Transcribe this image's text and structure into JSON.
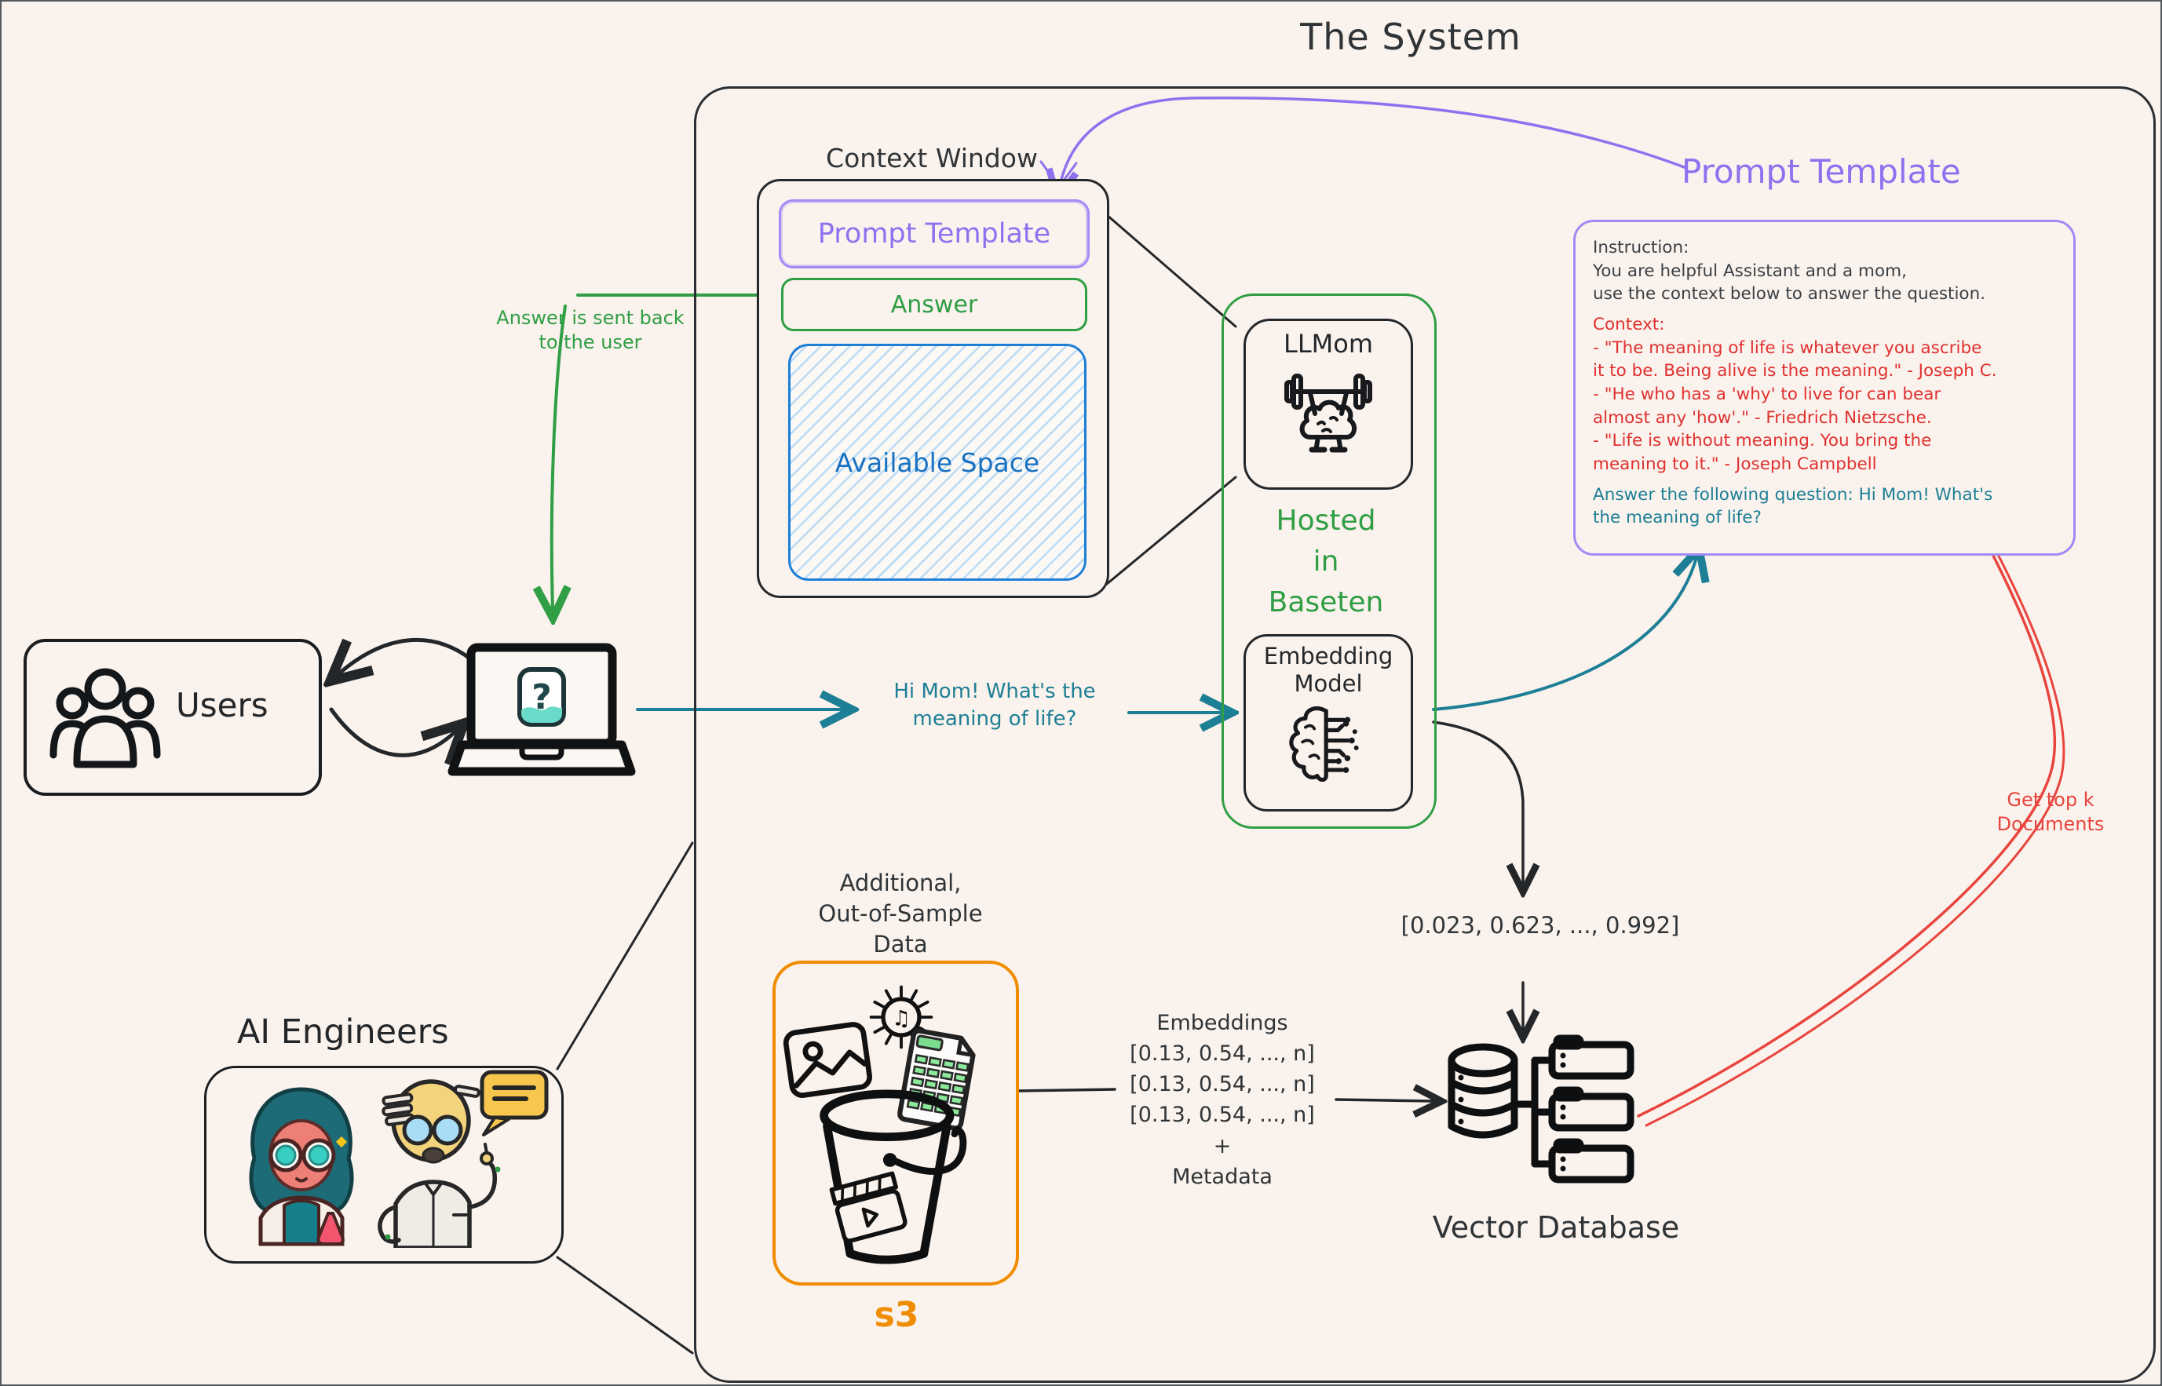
{
  "title": "The System",
  "users_box": {
    "label": "Users"
  },
  "laptop": {
    "screen_glyph": "?"
  },
  "context_window": {
    "label": "Context Window",
    "prompt_template_label": "Prompt Template",
    "answer_label": "Answer",
    "available_space_label": "Available Space"
  },
  "llmom_box": {
    "label": "LLMom"
  },
  "baseten_label": {
    "line1": "Hosted",
    "line2": "in",
    "line3": "Baseten"
  },
  "embedding_model_box": {
    "line1": "Embedding",
    "line2": "Model"
  },
  "prompt_template_title": "Prompt Template",
  "instruction_box": {
    "lines": [
      {
        "text": "Instruction:",
        "color": "dark"
      },
      {
        "text": "You are helpful Assistant and a mom,",
        "color": "dark"
      },
      {
        "text": "use the context below to answer the question.",
        "color": "dark"
      },
      {
        "text": "Context:",
        "color": "red"
      },
      {
        "text": "- \"The meaning of life is whatever you ascribe",
        "color": "red"
      },
      {
        "text": "it to be. Being alive is the meaning.\" - Joseph C.",
        "color": "red"
      },
      {
        "text": "- \"He who has a 'why' to live for can bear",
        "color": "red"
      },
      {
        "text": "almost any 'how'.\" - Friedrich Nietzsche.",
        "color": "red"
      },
      {
        "text": "- \"Life is without meaning. You bring the",
        "color": "red"
      },
      {
        "text": "meaning to it.\" - Joseph Campbell",
        "color": "red"
      },
      {
        "text": "Answer the following question: Hi Mom! What's",
        "color": "teal"
      },
      {
        "text": "the meaning of life?",
        "color": "teal"
      }
    ]
  },
  "annotations": {
    "answer_back_line1": "Answer is sent back",
    "answer_back_line2": "to the user",
    "hi_mom_line1": "Hi Mom! What's the",
    "hi_mom_line2": "meaning of life?",
    "query_vector": "[0.023, 0.623, ..., 0.992]",
    "get_top_k_line1": "Get top k",
    "get_top_k_line2": "Documents"
  },
  "ai_engineers": {
    "label": "AI Engineers"
  },
  "s3": {
    "label": "s3",
    "data_line1": "Additional,",
    "data_line2": "Out-of-Sample",
    "data_line3": "Data"
  },
  "embeddings_block": {
    "title": "Embeddings",
    "row1": "[0.13, 0.54, ..., n]",
    "row2": "[0.13, 0.54, ..., n]",
    "row3": "[0.13, 0.54, ..., n]",
    "plus": "+",
    "meta": "Metadata"
  },
  "vector_db": {
    "label": "Vector Database"
  },
  "icons": {
    "users": "three-people-icon",
    "laptop": "laptop-question-icon",
    "llmom": "brain-lifting-weights-icon",
    "embedding_model": "brain-circuit-icon",
    "s3": [
      "music-audio-icon",
      "photo-icon",
      "spreadsheet-icon",
      "bucket-icon",
      "clapperboard-icon"
    ],
    "vector_db": "database-folders-icon",
    "ai_engineers": [
      "woman-scientist-avatar",
      "old-man-scientist-avatar"
    ]
  },
  "colors": {
    "background": "#faf2ec",
    "purple": "#8d72f0",
    "green": "#2f9e44",
    "teal": "#1d7f96",
    "red": "#e03131",
    "orange": "#f08c00",
    "blue": "#1971c2",
    "dark": "#343a40"
  }
}
